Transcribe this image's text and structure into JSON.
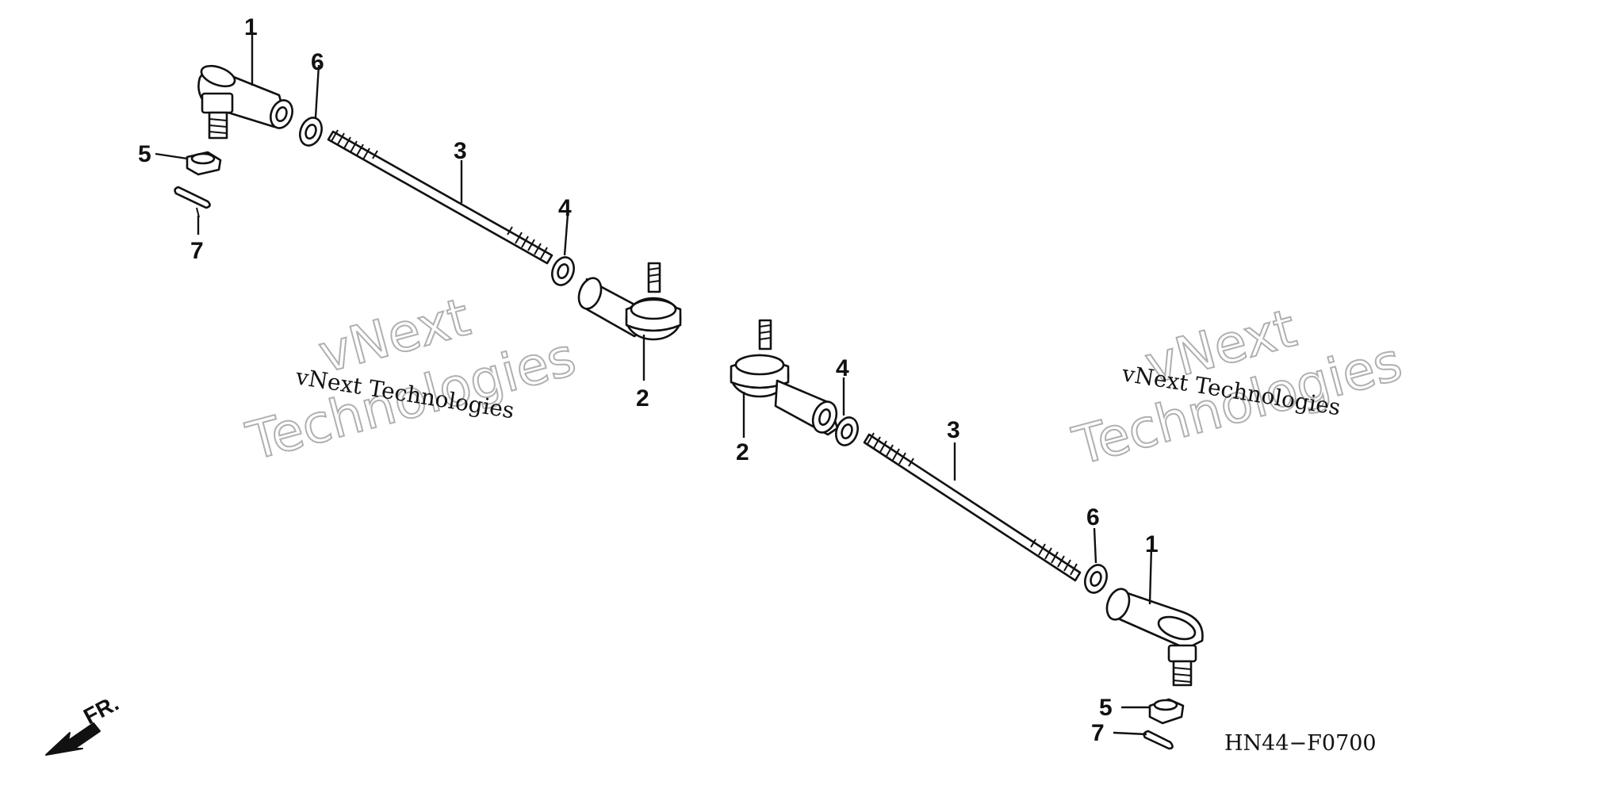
{
  "diagram": {
    "callouts": {
      "upper_1": "1",
      "upper_6": "6",
      "upper_5": "5",
      "upper_7": "7",
      "upper_3": "3",
      "upper_4": "4",
      "upper_2": "2",
      "lower_2a": "2",
      "lower_4": "4",
      "lower_3": "3",
      "lower_6": "6",
      "lower_1": "1",
      "lower_5": "5",
      "lower_7": "7"
    },
    "watermarks": {
      "left_small": "vNext Technologies",
      "left_big_top": "vNext",
      "left_big_bottom": "Technologies",
      "right_small": "vNext Technologies",
      "right_big_top": "vNext",
      "right_big_bottom": "Technologies"
    },
    "front_label": "FR.",
    "diagram_code": "HN44−F0700"
  }
}
